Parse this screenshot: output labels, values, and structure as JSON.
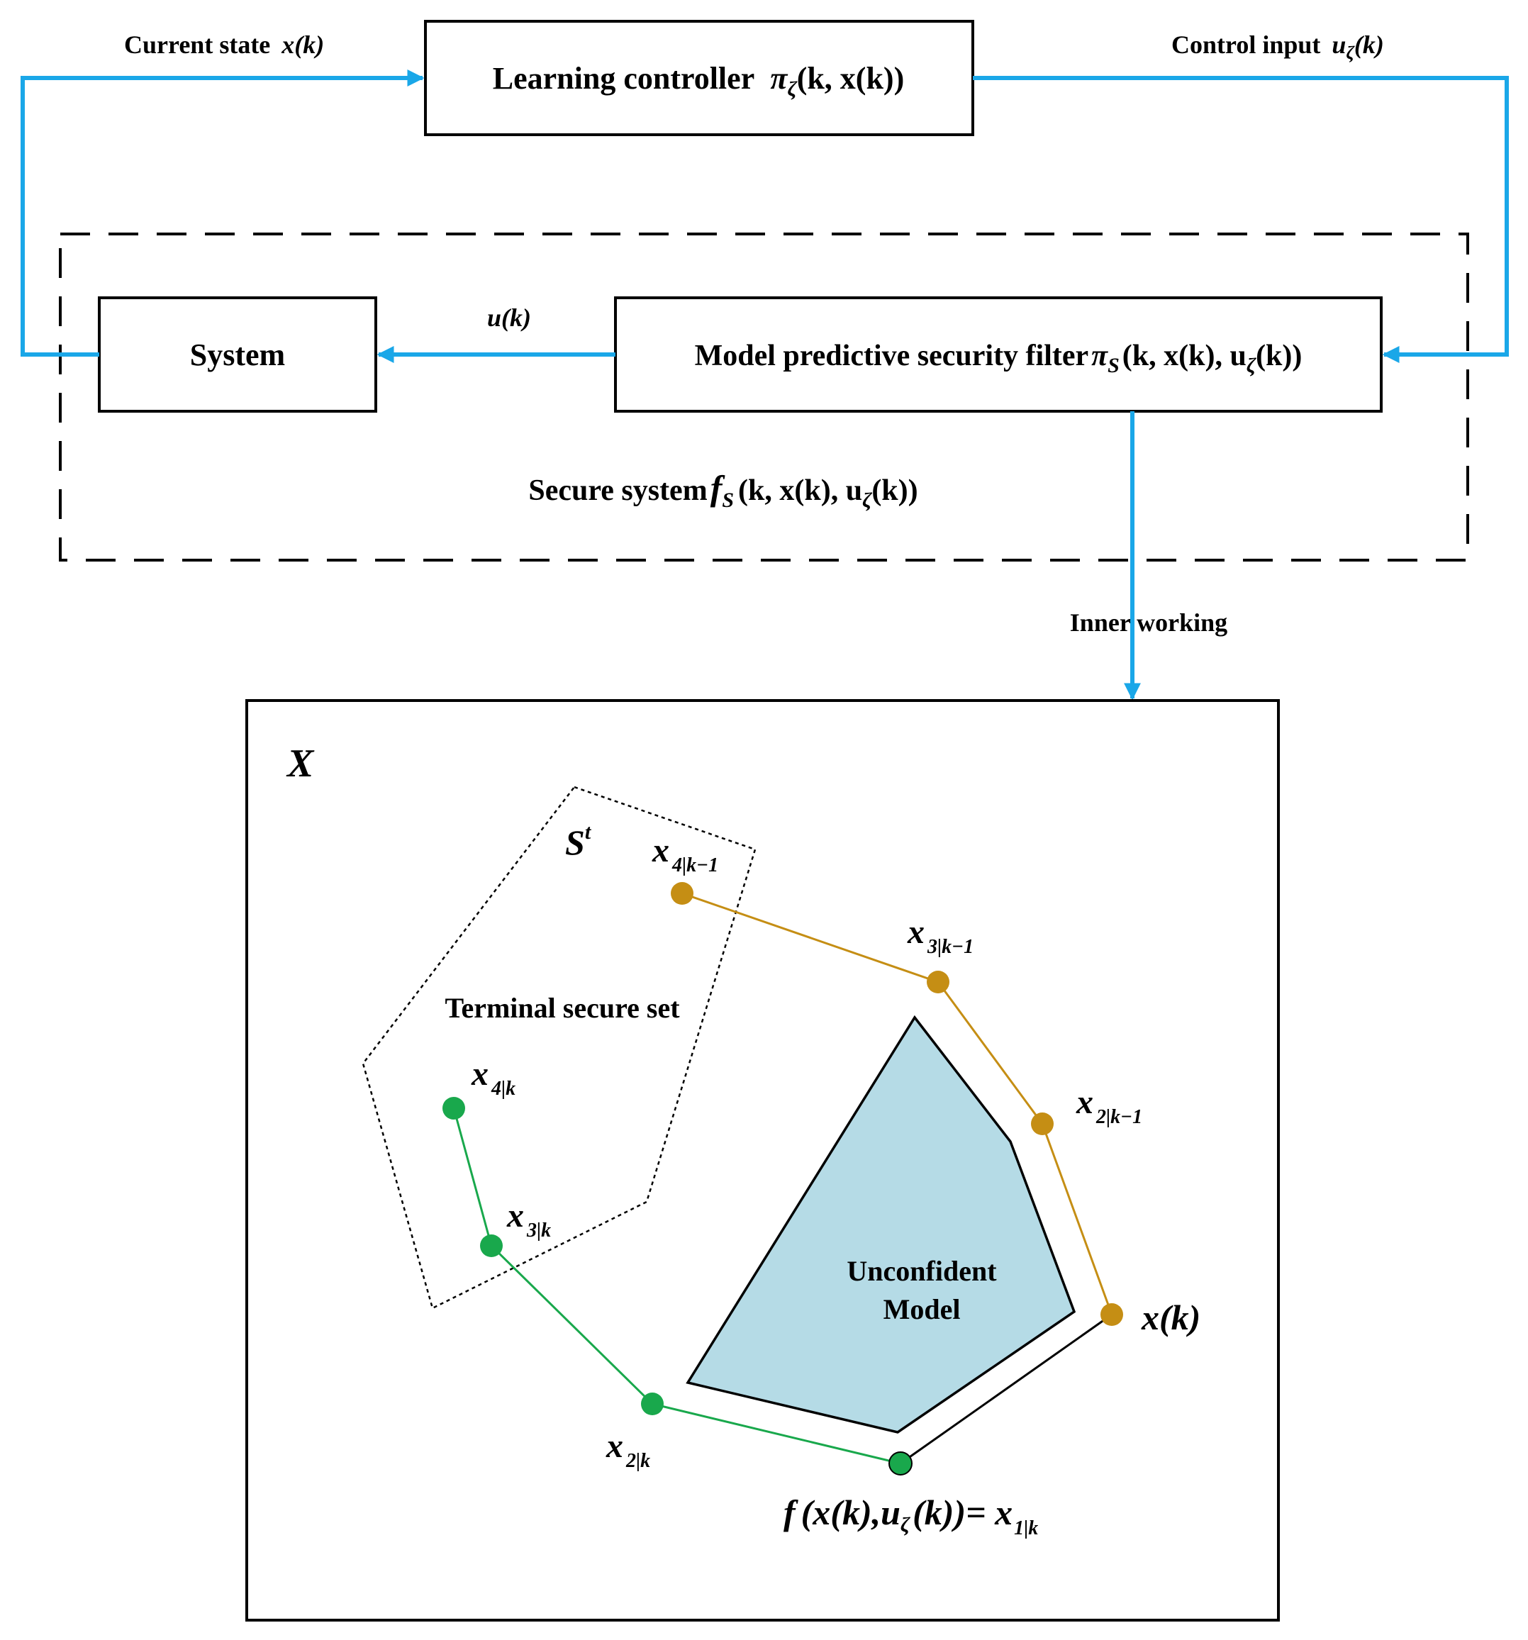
{
  "colors": {
    "flow_arrow": "#1AA7E8",
    "unconfident_fill": "#B5DBE6",
    "trajectory_previous": "#C58E14",
    "trajectory_current": "#19A84C",
    "outline": "#000000"
  },
  "top_blocks": {
    "learning_controller": {
      "label": "Learning controller",
      "formula": "π",
      "sub": "ζ",
      "args": "(k, x(k))"
    },
    "system": {
      "label": "System"
    },
    "security_filter": {
      "label": "Model predictive security filter",
      "formula": "π",
      "sub": "S",
      "args": "(k, x(k), u",
      "sub2": "ζ",
      "args2": "(k))"
    },
    "secure_system": {
      "label": "Secure system",
      "formula": "f",
      "sub": "S",
      "args": "(k, x(k), u",
      "sub2": "ζ",
      "args2": "(k))"
    }
  },
  "signals": {
    "current_state": {
      "label": "Current state",
      "math": "x(k)"
    },
    "control_input": {
      "label": "Control input",
      "math_pre": "u",
      "sub": "ζ",
      "math_post": "(k)"
    },
    "u_k": "u(k)",
    "inner_working": "Inner working"
  },
  "state_space": {
    "set_label": "X",
    "terminal_set_symbol": "S",
    "terminal_set_sup": "t",
    "terminal_set_label": "Terminal secure set",
    "unconfident_model_line1": "Unconfident",
    "unconfident_model_line2": "Model",
    "current_state_label": "x(k)",
    "prediction_formula": {
      "f": "f",
      "args1": "(x(k),u",
      "sub": "ζ",
      "args2": "(k))= x",
      "sub2": "1|k"
    },
    "previous_trajectory": [
      {
        "name": "x",
        "sub": "4|k−1"
      },
      {
        "name": "x",
        "sub": "3|k−1"
      },
      {
        "name": "x",
        "sub": "2|k−1"
      },
      {
        "name": "x(k)",
        "sub": ""
      }
    ],
    "current_trajectory": [
      {
        "name": "x",
        "sub": "4|k"
      },
      {
        "name": "x",
        "sub": "3|k"
      },
      {
        "name": "x",
        "sub": "2|k"
      },
      {
        "name": "x",
        "sub": "1|k"
      }
    ]
  }
}
